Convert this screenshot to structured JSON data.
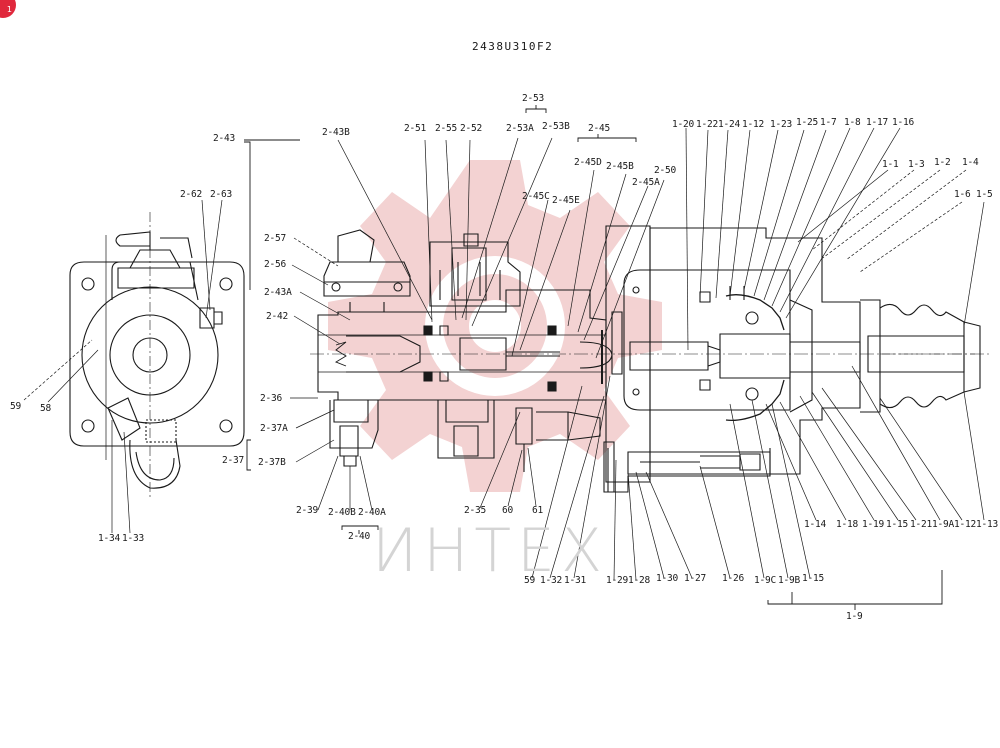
{
  "title": "2438U310F2",
  "watermark": "ИНТЕХ",
  "corner_badge": "1",
  "colors": {
    "ink": "#1a1a1a",
    "watermark": "#f2c9c9",
    "badge": "#e0283c"
  },
  "callouts": [
    {
      "id": "c-2-53",
      "text": "2-53"
    },
    {
      "id": "c-2-43",
      "text": "2-43"
    },
    {
      "id": "c-2-43B",
      "text": "2-43B"
    },
    {
      "id": "c-2-51",
      "text": "2-51"
    },
    {
      "id": "c-2-55",
      "text": "2-55"
    },
    {
      "id": "c-2-52",
      "text": "2-52"
    },
    {
      "id": "c-2-53A",
      "text": "2-53A"
    },
    {
      "id": "c-2-53B",
      "text": "2-53B"
    },
    {
      "id": "c-2-45",
      "text": "2-45"
    },
    {
      "id": "c-2-45D",
      "text": "2-45D"
    },
    {
      "id": "c-2-45B",
      "text": "2-45B"
    },
    {
      "id": "c-2-50",
      "text": "2-50"
    },
    {
      "id": "c-2-45C",
      "text": "2-45C"
    },
    {
      "id": "c-2-45E",
      "text": "2-45E"
    },
    {
      "id": "c-2-45A",
      "text": "2-45A"
    },
    {
      "id": "c-2-62",
      "text": "2-62"
    },
    {
      "id": "c-2-63",
      "text": "2-63"
    },
    {
      "id": "c-2-57",
      "text": "2-57"
    },
    {
      "id": "c-2-56",
      "text": "2-56"
    },
    {
      "id": "c-2-43A",
      "text": "2-43A"
    },
    {
      "id": "c-2-42",
      "text": "2-42"
    },
    {
      "id": "c-2-36",
      "text": "2-36"
    },
    {
      "id": "c-2-37A",
      "text": "2-37A"
    },
    {
      "id": "c-2-37",
      "text": "2-37"
    },
    {
      "id": "c-2-37B",
      "text": "2-37B"
    },
    {
      "id": "c-2-39",
      "text": "2-39"
    },
    {
      "id": "c-2-40B",
      "text": "2-40B"
    },
    {
      "id": "c-2-40A",
      "text": "2-40A"
    },
    {
      "id": "c-2-40",
      "text": "2-40"
    },
    {
      "id": "c-2-35",
      "text": "2-35"
    },
    {
      "id": "c-60",
      "text": "60"
    },
    {
      "id": "c-61",
      "text": "61"
    },
    {
      "id": "c-59a",
      "text": "59"
    },
    {
      "id": "c-58",
      "text": "58"
    },
    {
      "id": "c-1-34",
      "text": "1-34"
    },
    {
      "id": "c-1-33",
      "text": "1-33"
    },
    {
      "id": "c-59b",
      "text": "59"
    },
    {
      "id": "c-1-32",
      "text": "1-32"
    },
    {
      "id": "c-1-31",
      "text": "1-31"
    },
    {
      "id": "c-1-29",
      "text": "1-29"
    },
    {
      "id": "c-1-28",
      "text": "1-28"
    },
    {
      "id": "c-1-30",
      "text": "1-30"
    },
    {
      "id": "c-1-27",
      "text": "1-27"
    },
    {
      "id": "c-1-26",
      "text": "1-26"
    },
    {
      "id": "c-1-9C",
      "text": "1-9C"
    },
    {
      "id": "c-1-9B",
      "text": "1-9B"
    },
    {
      "id": "c-1-15b",
      "text": "1-15"
    },
    {
      "id": "c-1-9",
      "text": "1-9"
    },
    {
      "id": "c-1-20",
      "text": "1-20"
    },
    {
      "id": "c-1-22",
      "text": "1-22"
    },
    {
      "id": "c-1-24",
      "text": "1-24"
    },
    {
      "id": "c-1-12a",
      "text": "1-12"
    },
    {
      "id": "c-1-23",
      "text": "1-23"
    },
    {
      "id": "c-1-25",
      "text": "1-25"
    },
    {
      "id": "c-1-7",
      "text": "1-7"
    },
    {
      "id": "c-1-8",
      "text": "1-8"
    },
    {
      "id": "c-1-17",
      "text": "1-17"
    },
    {
      "id": "c-1-16",
      "text": "1-16"
    },
    {
      "id": "c-1-1",
      "text": "1-1"
    },
    {
      "id": "c-1-3",
      "text": "1-3"
    },
    {
      "id": "c-1-2",
      "text": "1-2"
    },
    {
      "id": "c-1-4",
      "text": "1-4"
    },
    {
      "id": "c-1-6",
      "text": "1-6"
    },
    {
      "id": "c-1-5",
      "text": "1-5"
    },
    {
      "id": "c-1-14",
      "text": "1-14"
    },
    {
      "id": "c-1-18",
      "text": "1-18"
    },
    {
      "id": "c-1-19",
      "text": "1-19"
    },
    {
      "id": "c-1-15a",
      "text": "1-15"
    },
    {
      "id": "c-1-21",
      "text": "1-21"
    },
    {
      "id": "c-1-9A",
      "text": "1-9A"
    },
    {
      "id": "c-1-12b",
      "text": "1-12"
    },
    {
      "id": "c-1-13",
      "text": "1-13"
    }
  ]
}
